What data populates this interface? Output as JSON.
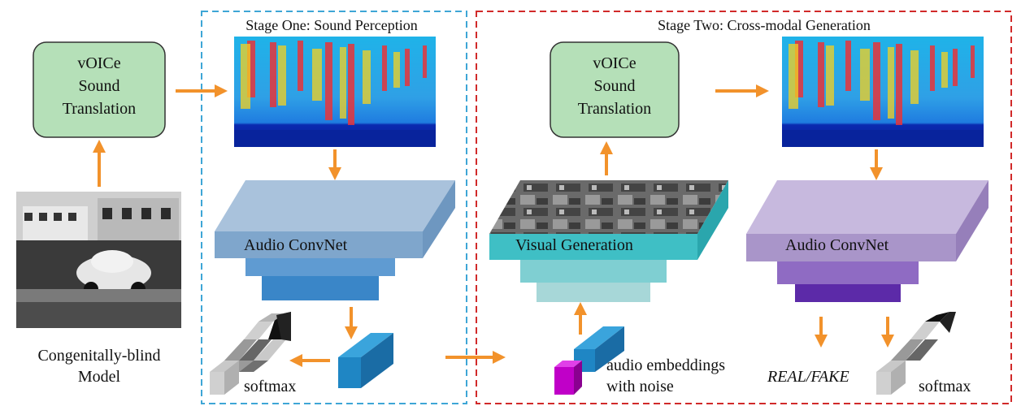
{
  "stage_one": {
    "title": "Stage One: Sound Perception"
  },
  "stage_two": {
    "title": "Stage Two: Cross-modal Generation"
  },
  "voice_box_left": {
    "lines": [
      "vOICe",
      "Sound",
      "Translation"
    ]
  },
  "voice_box_right": {
    "lines": [
      "vOICe",
      "Sound",
      "Translation"
    ]
  },
  "blind_model": {
    "lines": [
      "Congenitally-blind",
      "Model"
    ]
  },
  "audio_convnet_1": {
    "label": "Audio ConvNet"
  },
  "audio_convnet_2": {
    "label": "Audio ConvNet"
  },
  "visual_generation": {
    "label": "Visual Generation"
  },
  "softmax_1": {
    "label": "softmax"
  },
  "softmax_2": {
    "label": "softmax"
  },
  "embedding": {
    "lines": [
      "audio embeddings",
      "with noise"
    ]
  },
  "real_fake": {
    "label": "REAL/FAKE"
  },
  "colors": {
    "stage_one_border": "#3ea6d6",
    "stage_two_border": "#d12a2a",
    "arrow": "#f2922b",
    "voice_box_fill": "#b5e0b8",
    "convnet_blue": "#8fafd0",
    "convnet_purple": "#a995c9",
    "visual_teal": "#3fbfc5",
    "embedding_blue": "#1f86c4",
    "noise_magenta": "#c000c8"
  }
}
